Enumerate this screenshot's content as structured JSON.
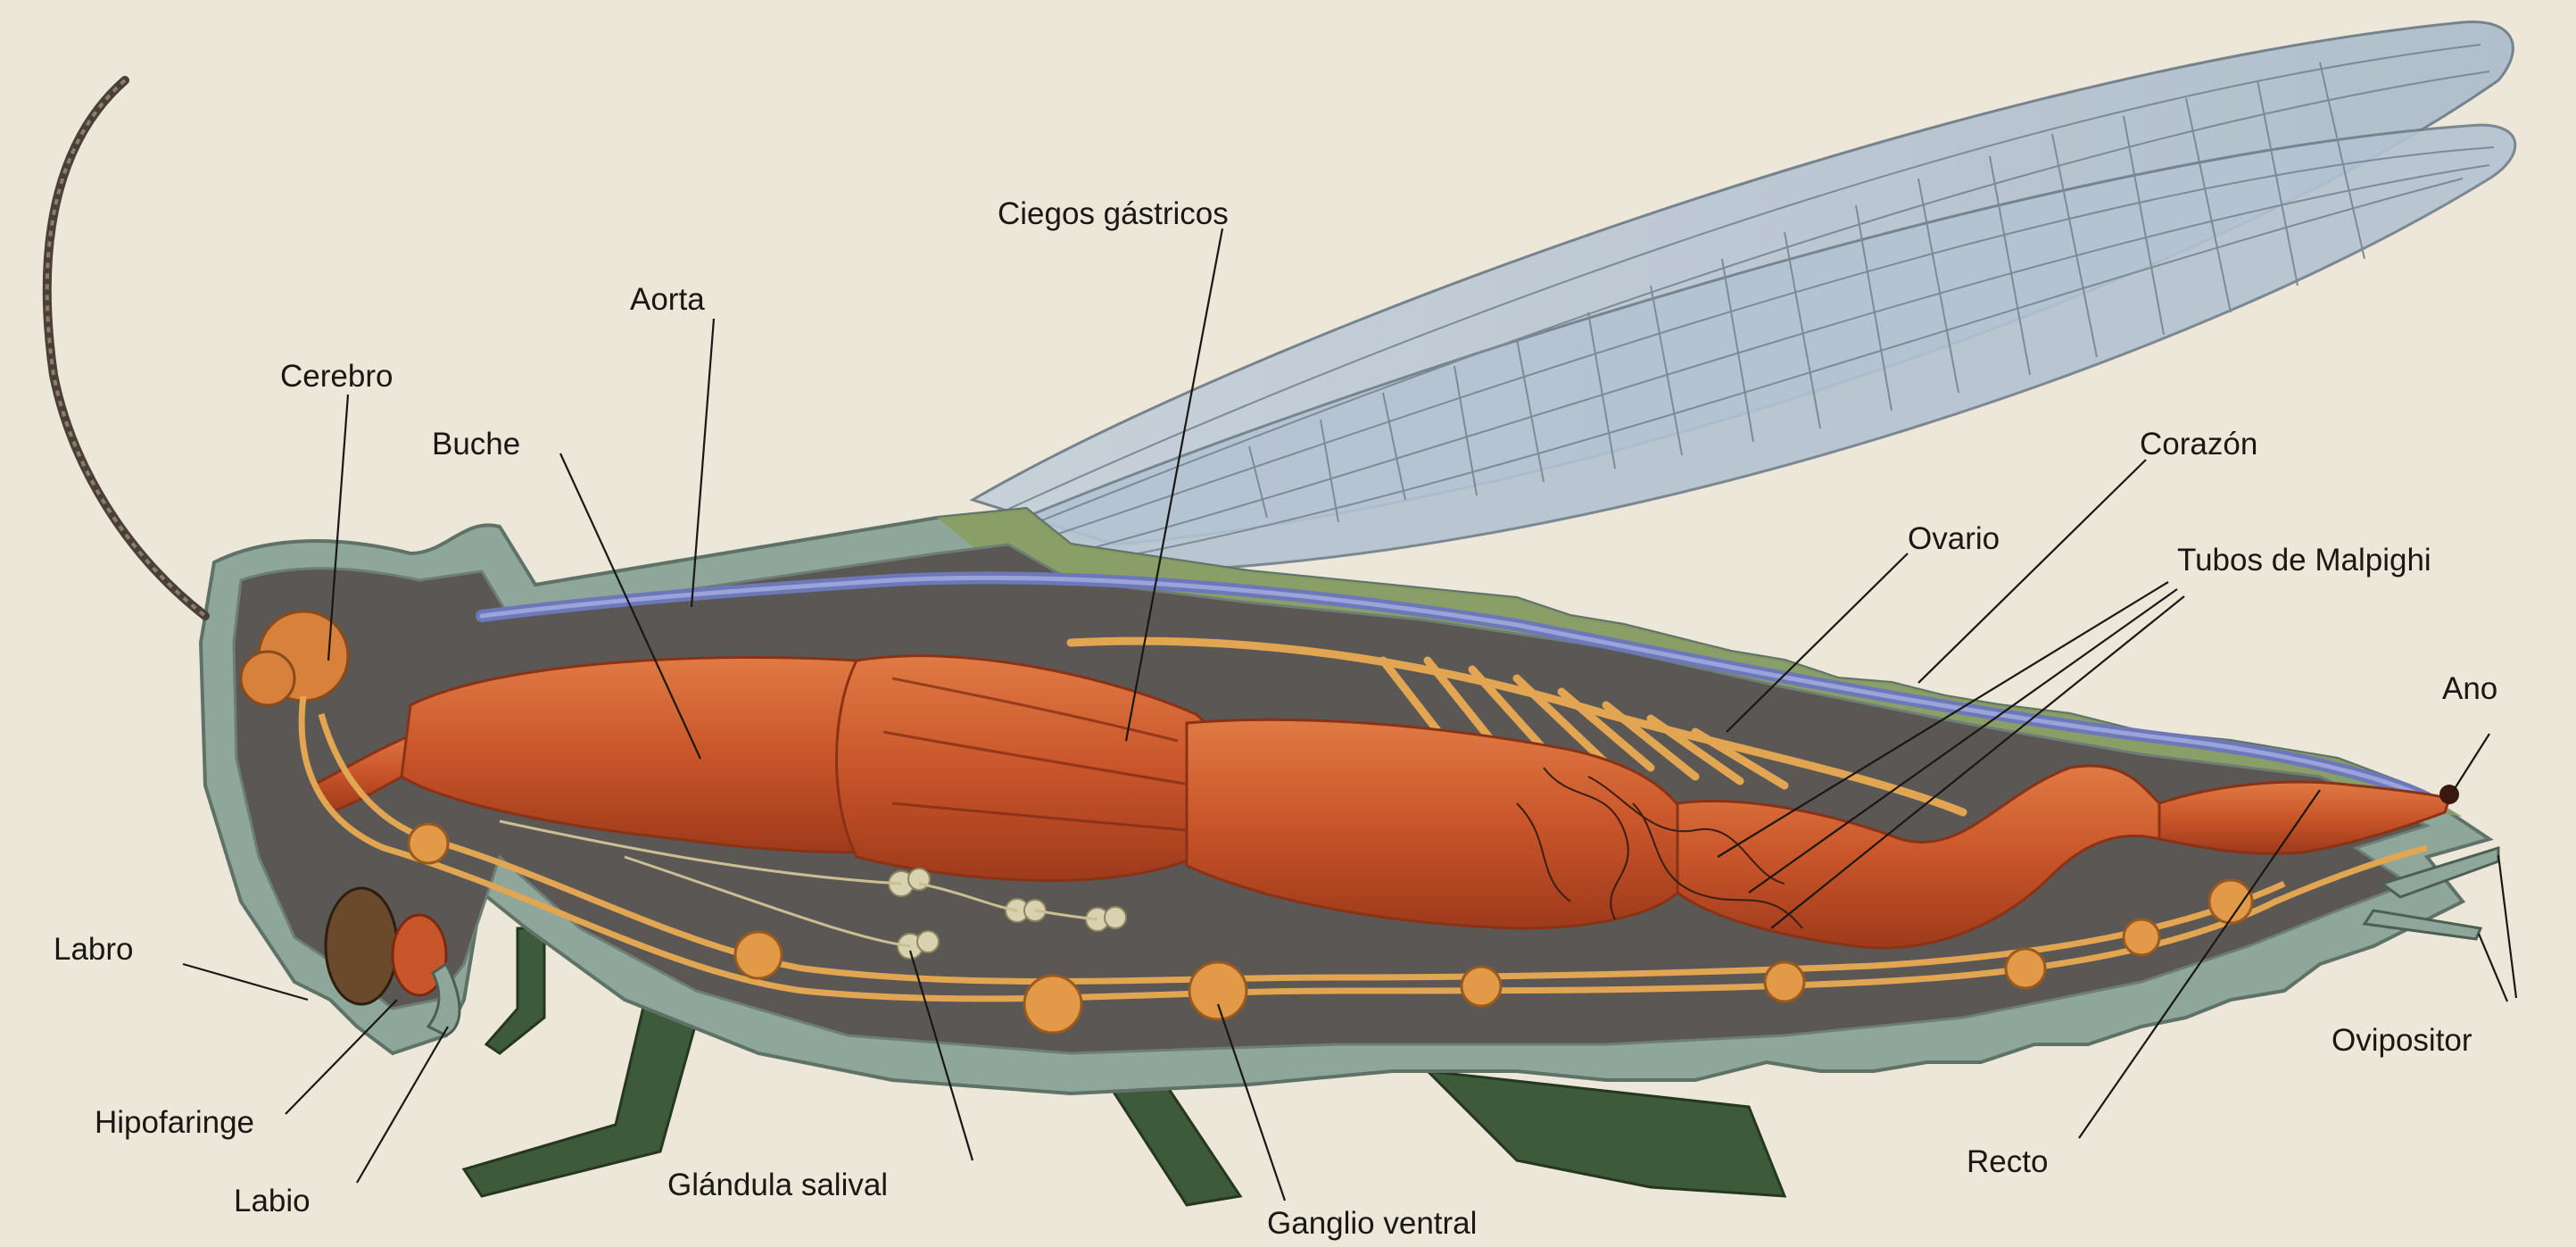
{
  "labels": {
    "ciegos": "Ciegos gástricos",
    "aorta": "Aorta",
    "cerebro": "Cerebro",
    "buche": "Buche",
    "corazon": "Corazón",
    "ovario": "Ovario",
    "tubos": "Tubos de Malpighi",
    "ano": "Ano",
    "labro": "Labro",
    "hipofaringe": "Hipofaringe",
    "labio": "Labio",
    "glandula": "Glándula salival",
    "ganglio": "Ganglio ventral",
    "recto": "Recto",
    "ovipositor": "Ovipositor"
  },
  "colors": {
    "background": "#ece7d8",
    "wing": "#b9c6d4",
    "wing_vein": "#7d8b96",
    "body_wall": "#8fa79a",
    "cuticle_green": "#8a9f63",
    "body_cavity": "#5a5755",
    "gut": "#c9552a",
    "nerve": "#e2a552",
    "aorta": "#6d78b8",
    "leg": "#3d5a3a",
    "leader_line": "#1a1814"
  }
}
